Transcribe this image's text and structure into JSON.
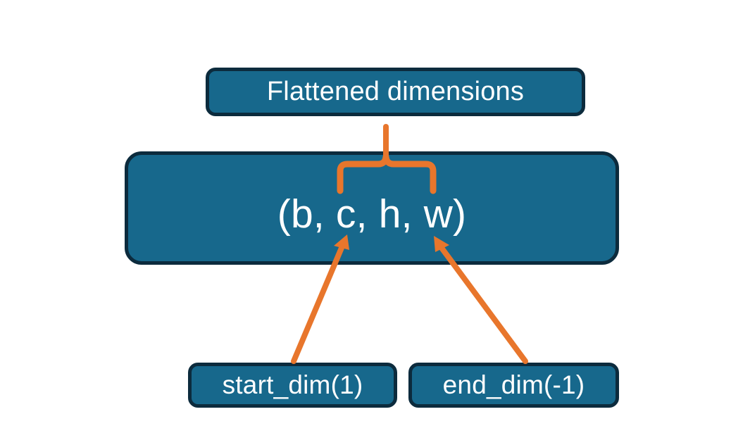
{
  "diagram": {
    "title": "PyTorch flatten start_dim / end_dim illustration",
    "background_color": "#ffffff",
    "node_fill_color": "#17688c",
    "node_border_color": "#0c2b3d",
    "node_text_color": "#ffffff",
    "connector_color": "#e8762c"
  },
  "nodes": {
    "flattened": {
      "label": "Flattened dimensions"
    },
    "shape": {
      "label": "(b, c, h, w)",
      "dims": [
        "b",
        "c",
        "h",
        "w"
      ]
    },
    "start_dim": {
      "label": "start_dim(1)"
    },
    "end_dim": {
      "label": "end_dim(-1)"
    }
  },
  "connectors": [
    {
      "name": "brace-flattened-to-shape",
      "type": "curly-brace",
      "from": "flattened",
      "to": "shape",
      "spans": [
        "c",
        "w"
      ],
      "color": "#e8762c"
    },
    {
      "name": "arrow-start-dim-to-c",
      "type": "arrow",
      "from": "start_dim",
      "to": "shape",
      "points_at": "c",
      "color": "#e8762c"
    },
    {
      "name": "arrow-end-dim-to-w",
      "type": "arrow",
      "from": "end_dim",
      "to": "shape",
      "points_at": "w",
      "color": "#e8762c"
    }
  ]
}
